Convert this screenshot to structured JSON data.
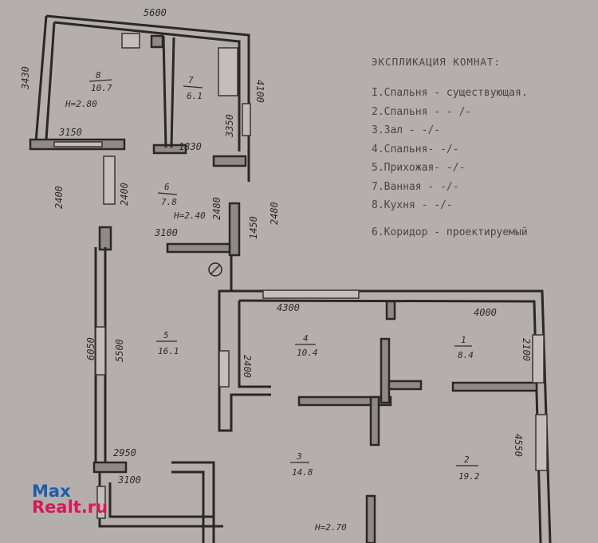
{
  "legend": {
    "title": "ЭКСПЛИКАЦИЯ  КОМНАТ:",
    "items": [
      "I.Спальня - существующая.",
      "2.Спальня -  - /-",
      "3.Зал     -   -/-",
      "4.Спальня-   -/-",
      "5.Прихожая-   -/-",
      "7.Ванная  -   -/-",
      "8.Кухня   -   -/-"
    ],
    "footer": "6.Коридор - проектируемый"
  },
  "rooms": [
    {
      "num": "8",
      "area": "10.7"
    },
    {
      "num": "7",
      "area": "6.1"
    },
    {
      "num": "6",
      "area": "7.8"
    },
    {
      "num": "5",
      "area": "16.1"
    },
    {
      "num": "4",
      "area": "10.4"
    },
    {
      "num": "1",
      "area": "8.4"
    },
    {
      "num": "3",
      "area": "14.8"
    },
    {
      "num": "2",
      "area": "19.2"
    }
  ],
  "heights": {
    "top": "H=2.80",
    "corridor": "H=2.40",
    "main": "H=2.70"
  },
  "dimensions": {
    "top_width": "5600",
    "kitchen_left": "3430",
    "bath_right": "4100",
    "bath_inner": "3350",
    "kitchen_bottom": "3150",
    "bath_bottom": "1830",
    "corr_left": "2400",
    "corr_inner": "2400",
    "corr_bottom": "3100",
    "corr_right": "2480",
    "stair_a": "1450",
    "stair_b": "2480",
    "hall_outer": "6050",
    "hall_inner": "5500",
    "room4_top": "4300",
    "room1_top": "4000",
    "room4_left": "2400",
    "room1_right": "2100",
    "hall_bottom_a": "2950",
    "hall_bottom_b": "3100",
    "room2_right": "4550"
  },
  "watermark": {
    "line1": "Max",
    "line2": "Realt.ru"
  }
}
